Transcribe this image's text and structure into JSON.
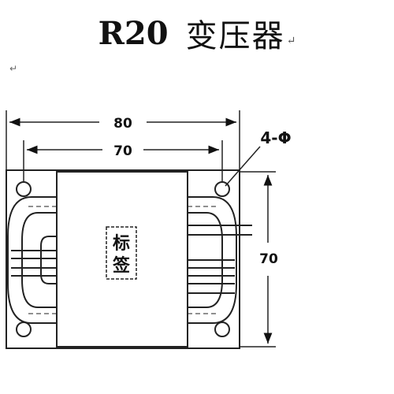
{
  "title": {
    "model": "R20",
    "name": "变压器",
    "return_mark": "↵"
  },
  "side_mark": "↵",
  "dimensions": {
    "outer_width": "80",
    "hole_spacing": "70",
    "height": "70",
    "holes": "4-Φ"
  },
  "label": {
    "line1": "标",
    "line2": "签"
  }
}
